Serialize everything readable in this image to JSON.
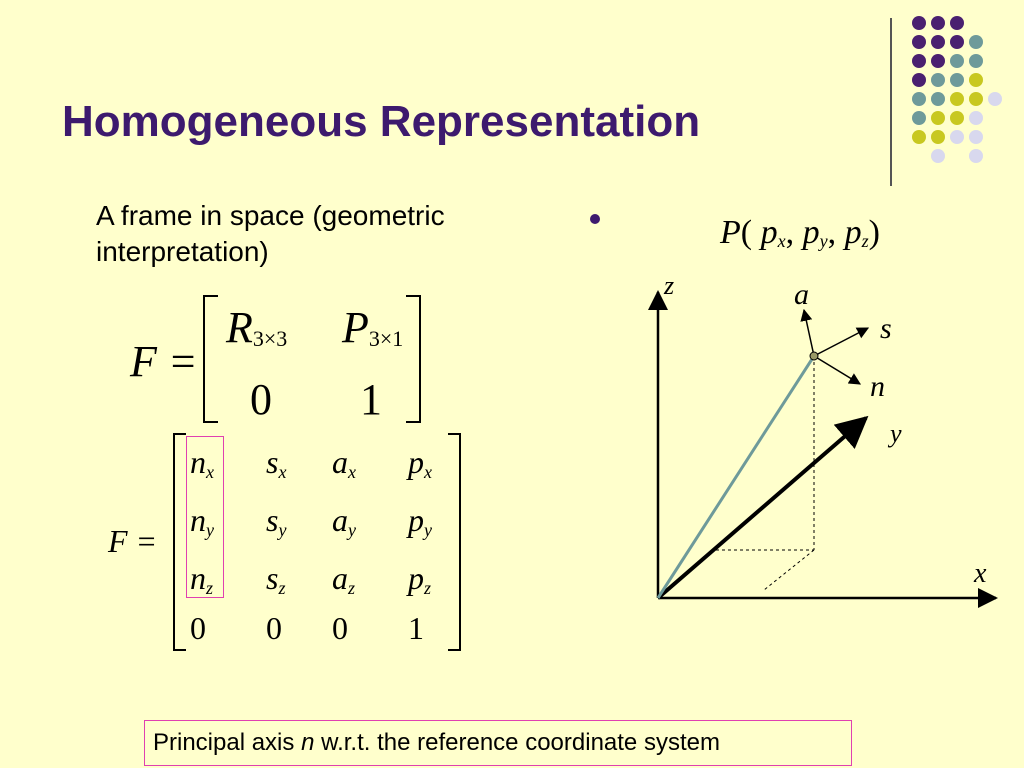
{
  "slide": {
    "title": "Homogeneous Representation",
    "description": "A frame in space (geometric interpretation)",
    "caption": {
      "prefix": "Principal axis ",
      "variable": "n",
      "suffix": " w.r.t. the reference coordinate system"
    }
  },
  "colors": {
    "background": "#ffffcc",
    "title": "#3d1a6e",
    "dot_purple": "#4a2070",
    "dot_teal": "#6e9a9a",
    "dot_yellow": "#c8c820",
    "dot_lavender": "#d8d8ee",
    "highlight_border": "#e040b0",
    "frame_origin_line": "#6e9a9a"
  },
  "matrix1": {
    "lhs": "F =",
    "r1c1": {
      "base": "R",
      "sub": "3×3"
    },
    "r1c2": {
      "base": "P",
      "sub": "3×1"
    },
    "r2c1": "0",
    "r2c2": "1"
  },
  "matrix2": {
    "lhs": "F =",
    "rows": [
      [
        {
          "b": "n",
          "s": "x"
        },
        {
          "b": "s",
          "s": "x"
        },
        {
          "b": "a",
          "s": "x"
        },
        {
          "b": "p",
          "s": "x"
        }
      ],
      [
        {
          "b": "n",
          "s": "y"
        },
        {
          "b": "s",
          "s": "y"
        },
        {
          "b": "a",
          "s": "y"
        },
        {
          "b": "p",
          "s": "y"
        }
      ],
      [
        {
          "b": "n",
          "s": "z"
        },
        {
          "b": "s",
          "s": "z"
        },
        {
          "b": "a",
          "s": "z"
        },
        {
          "b": "p",
          "s": "z"
        }
      ],
      [
        {
          "b": "0",
          "s": ""
        },
        {
          "b": "0",
          "s": ""
        },
        {
          "b": "0",
          "s": ""
        },
        {
          "b": "1",
          "s": ""
        }
      ]
    ]
  },
  "diagram": {
    "point_label": {
      "name": "P",
      "open": "(",
      "p": "p",
      "sx": "x",
      "sep1": ",",
      "sy": "y",
      "sep2": ",",
      "sz": "z",
      "close": ")"
    },
    "axes": {
      "z": "z",
      "y": "y",
      "x": "x"
    },
    "frame_axes": {
      "a": "a",
      "s": "s",
      "n": "n"
    }
  }
}
